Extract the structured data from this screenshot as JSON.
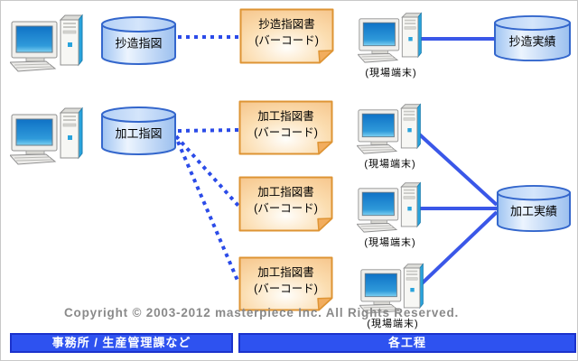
{
  "diagram": {
    "copyright": "Copyright © 2003-2012 masterpiece Inc. All Rights Reserved.",
    "zones": {
      "office": "事務所 / 生産管理課など",
      "processes": "各工程"
    },
    "terminal_caption": "(現場端末)",
    "databases": {
      "papermaking_instruction": "抄造指図",
      "papermaking_result": "抄造実績",
      "processing_instruction": "加工指図",
      "processing_result": "加工実績"
    },
    "documents": {
      "papermaking_sheet": {
        "line1": "抄造指図書",
        "line2": "(バーコード)"
      },
      "processing_sheet": {
        "line1": "加工指図書",
        "line2": "(バーコード)"
      }
    },
    "colors": {
      "connector_blue": "#3a57e8",
      "cylinder_border": "#3366cc",
      "document_border": "#de9434",
      "zone_bar_fill": "#2e52f0",
      "zone_bar_border": "#1b32cc"
    }
  }
}
